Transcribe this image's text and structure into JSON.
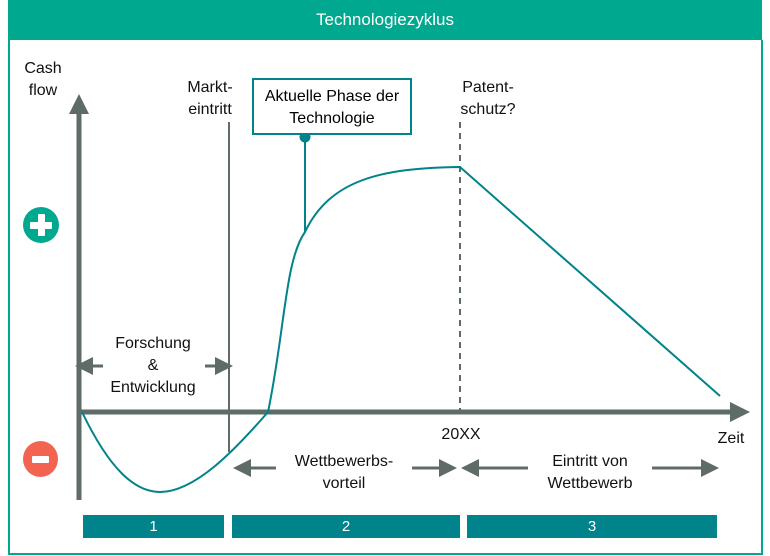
{
  "header": {
    "title": "Technologiezyklus"
  },
  "axes": {
    "y_label_line1": "Cash",
    "y_label_line2": "flow",
    "x_label": "Zeit",
    "x_marker": "20XX"
  },
  "annotations": {
    "markteintritt_1": "Markt-",
    "markteintritt_2": "eintritt",
    "phase_1": "Aktuelle Phase der",
    "phase_2": "Technologie",
    "patent_1": "Patent-",
    "patent_2": "schutz?",
    "fe_1": "Forschung",
    "fe_2": "&",
    "fe_3": "Entwicklung",
    "wb_1": "Wettbewerbs-",
    "wb_2": "vorteil",
    "ev_1": "Eintritt von",
    "ev_2": "Wettbewerb"
  },
  "phases": [
    "1",
    "2",
    "3"
  ],
  "icons": {
    "positive": "plus-circle-icon",
    "negative": "minus-circle-icon"
  },
  "colors": {
    "header": "#00A88F",
    "curve": "#00838A",
    "axis": "#5F6B66",
    "negative": "#F26450"
  }
}
